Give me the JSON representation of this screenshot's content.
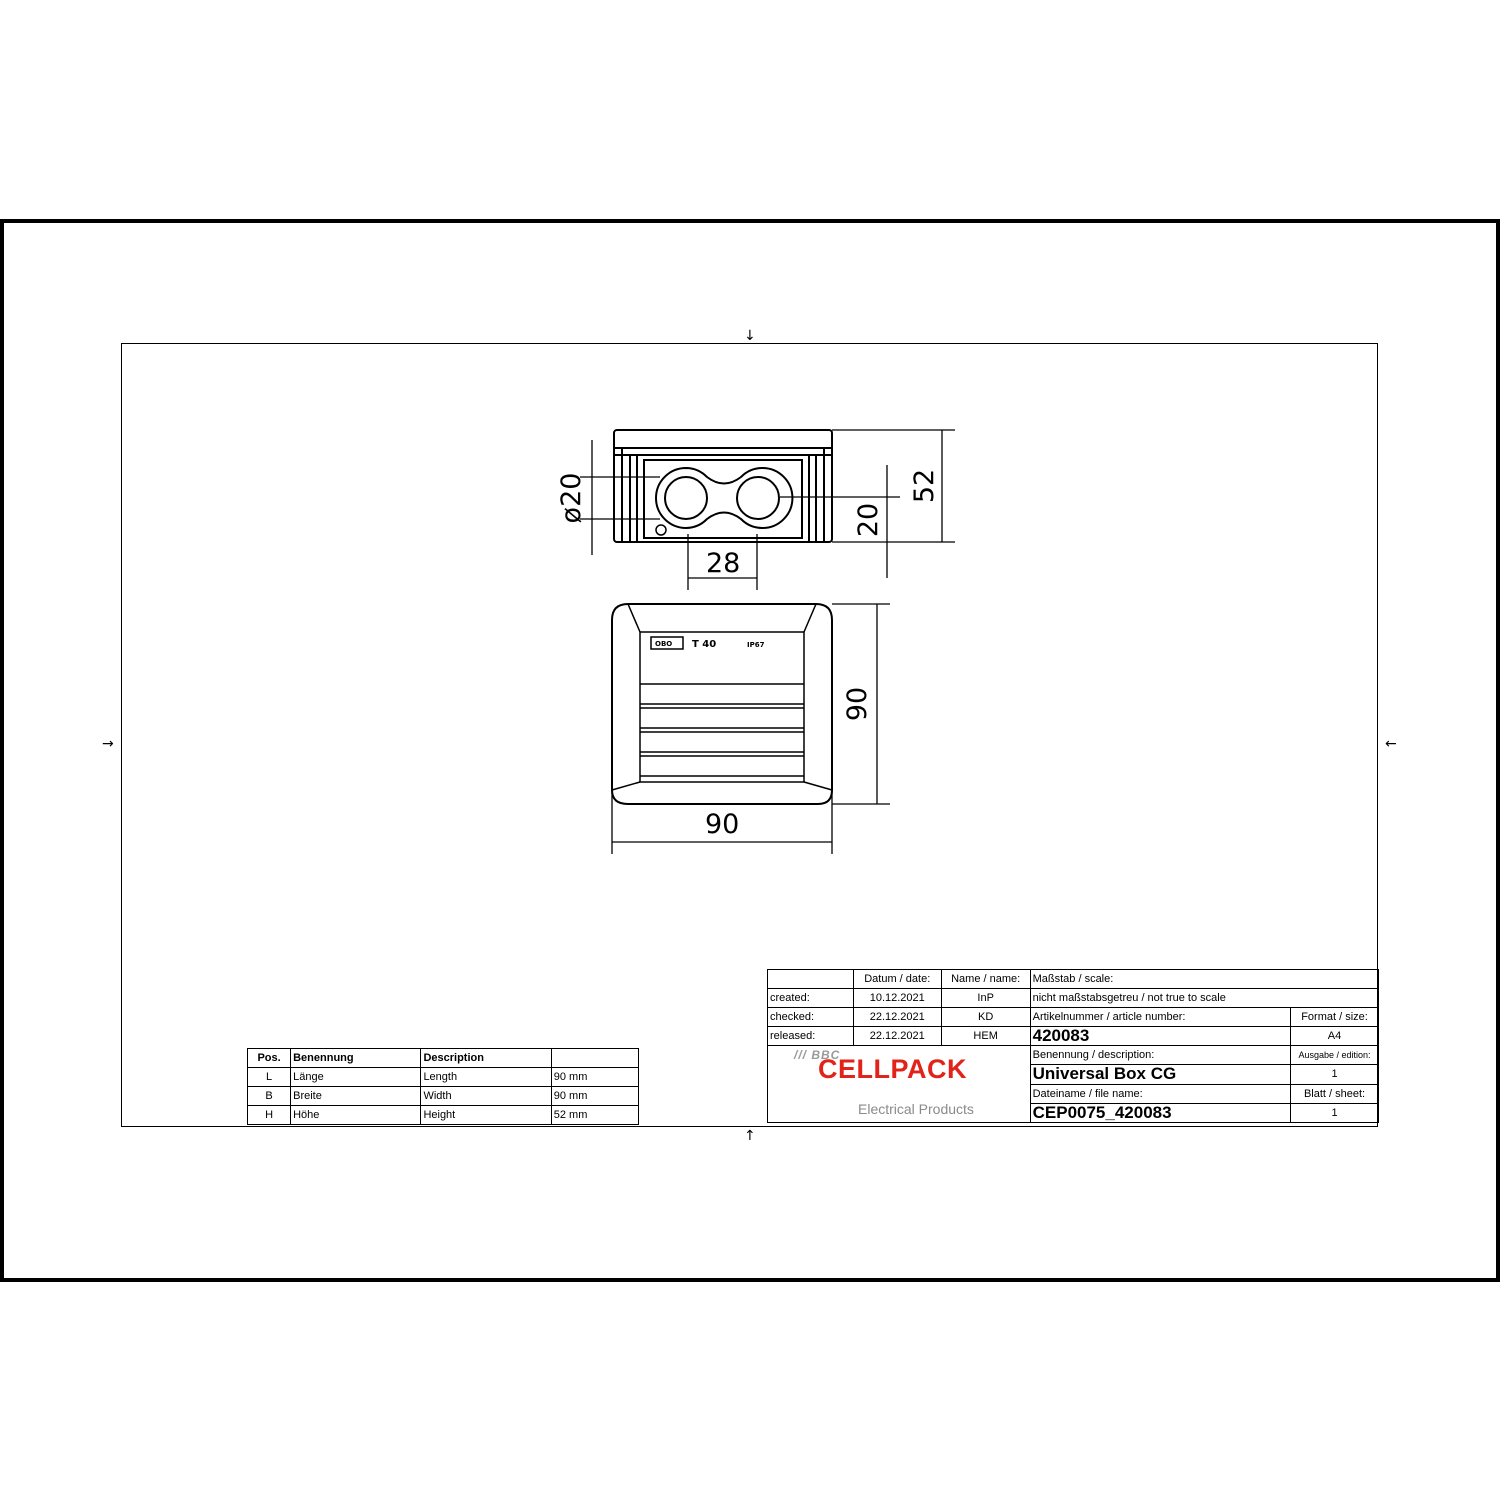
{
  "drawing": {
    "dimensions": {
      "diameter": "20",
      "hole_spacing": "28",
      "hole_height": "20",
      "total_height": "52",
      "width": "90",
      "length": "90"
    },
    "lid_markings": {
      "brand": "OBO",
      "model": "T 40",
      "rating": "IP67"
    },
    "diameter_symbol": "ø"
  },
  "title_block": {
    "header": {
      "date": "Datum / date:",
      "name": "Name / name:",
      "scale": "Maßstab / scale:"
    },
    "rows": [
      {
        "label": "created:",
        "date": "10.12.2021",
        "name": "InP"
      },
      {
        "label": "checked:",
        "date": "22.12.2021",
        "name": "KD"
      },
      {
        "label": "released:",
        "date": "22.12.2021",
        "name": "HEM"
      }
    ],
    "scale_value": "nicht maßstabsgetreu / not true to scale",
    "article_label": "Artikelnummer / article number:",
    "article_number": "420083",
    "format_label": "Format / size:",
    "format_value": "A4",
    "description_label": "Benennung / description:",
    "description": "Universal Box CG",
    "edition_label": "Ausgabe / edition:",
    "edition": "1",
    "filename_label": "Dateiname / file name:",
    "filename": "CEP0075_420083",
    "sheet_label": "Blatt / sheet:",
    "sheet": "1",
    "logo": {
      "top": "/// BBC",
      "main": "CELLPACK",
      "sub": "Electrical Products",
      "main_color": "#e2231a"
    }
  },
  "parts_list": {
    "headers": [
      "Pos.",
      "Benennung",
      "Description",
      ""
    ],
    "rows": [
      [
        "L",
        "Länge",
        "Length",
        "90 mm"
      ],
      [
        "B",
        "Breite",
        "Width",
        "90 mm"
      ],
      [
        "H",
        "Höhe",
        "Height",
        "52 mm"
      ]
    ]
  }
}
